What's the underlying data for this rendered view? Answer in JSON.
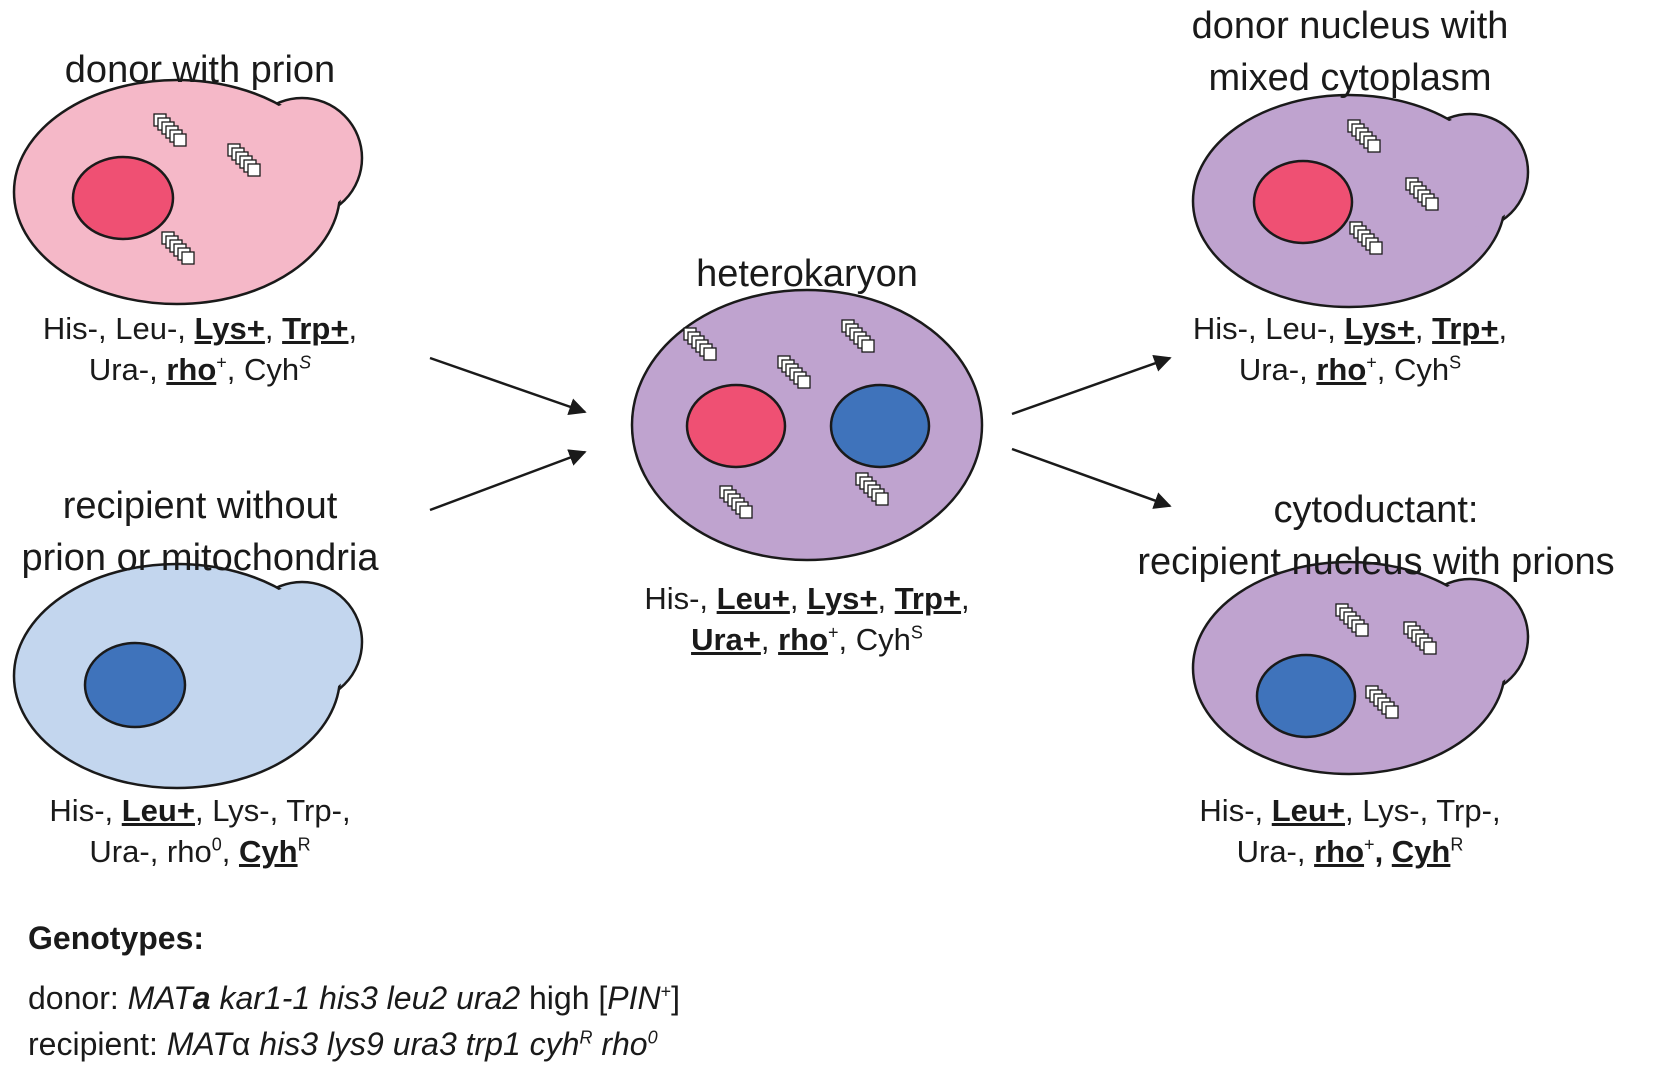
{
  "cells": {
    "donor": {
      "title": "donor with prion",
      "line1": {
        "a": "His-, Leu-, ",
        "b": "Lys+",
        "c": ", ",
        "d": "Trp+",
        "e": ","
      },
      "line2": {
        "a": "Ura-, ",
        "b": "rho",
        "sup": "+",
        "c": ", Cyh",
        "sup2": "S"
      }
    },
    "recipient": {
      "title_line1": "recipient without",
      "title_line2": "prion or mitochondria",
      "line1": {
        "a": "His-, ",
        "b": "Leu+",
        "c": ", Lys-, Trp-,"
      },
      "line2": {
        "a": "Ura-, rho",
        "sup": "0",
        "c": ", ",
        "d": "Cyh",
        "sup2": "R"
      }
    },
    "heterokaryon": {
      "title": "heterokaryon",
      "line1": {
        "a": "His-, ",
        "b": "Leu+",
        "c": ", ",
        "d": "Lys+",
        "e": ", ",
        "f": "Trp+",
        "g": ","
      },
      "line2": {
        "a": "Ura+",
        "b": ", ",
        "c": "rho",
        "sup": "+",
        "d": ", Cyh",
        "sup2": "S"
      }
    },
    "donor_mixed": {
      "title_line1": "donor nucleus with",
      "title_line2": "mixed cytoplasm",
      "line1": {
        "a": "His-, Leu-, ",
        "b": "Lys+",
        "c": ", ",
        "d": "Trp+",
        "e": ","
      },
      "line2": {
        "a": "Ura-, ",
        "b": "rho",
        "sup": "+",
        "c": ", Cyh",
        "sup2": "S"
      }
    },
    "cytoductant": {
      "title_line1": "cytoductant:",
      "title_line2": "recipient nucleus with prions",
      "line1": {
        "a": "His-, ",
        "b": "Leu+",
        "c": ", Lys-, Trp-,"
      },
      "line2": {
        "a": "Ura-, ",
        "b": "rho",
        "sup": "+",
        "c": ", ",
        "d": "Cyh",
        "sup2": "R"
      }
    }
  },
  "legend": {
    "title": "Genotypes:",
    "donor": {
      "prefix": "donor: ",
      "mat": "MAT",
      "mat_bold": "a",
      "genes": " kar1-1 his3 leu2 ura2",
      "high": " high [",
      "pin": "PIN",
      "pin_sup": "+",
      "close": "]"
    },
    "recipient": {
      "prefix": "recipient: ",
      "mat": "MAT",
      "alpha": "α",
      "genes": " his3 lys9 ura3  trp1 cyh",
      "cyh_sup": "R",
      "rho": " rho",
      "rho_sup": "0"
    }
  },
  "colors": {
    "donor_cell": "#f5b8c8",
    "recipient_cell": "#c3d6ee",
    "hetero_cell": "#bfa3cf",
    "donor_nucleus": "#ef5073",
    "recipient_nucleus": "#3f73bb",
    "outline": "#1a1a1a",
    "prion_fill": "#ffffff"
  },
  "icons": [
    "prion-aggregate-icon",
    "arrow-icon"
  ]
}
